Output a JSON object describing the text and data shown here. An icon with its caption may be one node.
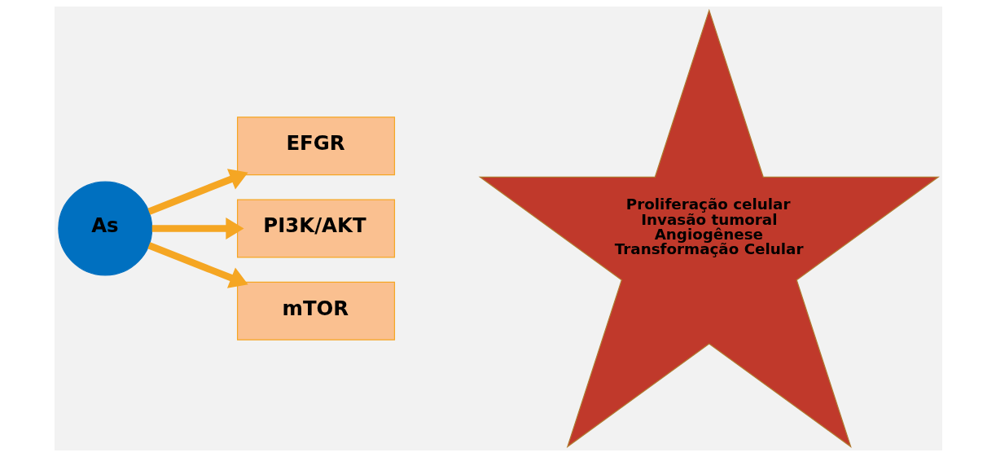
{
  "diagram": {
    "nodes": [
      {
        "text": [
          "As"
        ]
      },
      {
        "text": [
          "EFGR"
        ]
      },
      {
        "text": [
          "PI3K/AKT"
        ]
      },
      {
        "text": [
          "mTOR"
        ]
      },
      {
        "text": [
          "Proliferação celular",
          "Invasão tumoral",
          "Angiogênese",
          "Transformação Celular"
        ]
      }
    ],
    "edges": [
      {
        "from": 0,
        "to": 1,
        "arrow": "to"
      },
      {
        "from": 0,
        "to": 2,
        "arrow": "to"
      },
      {
        "from": 0,
        "to": 3,
        "arrow": "to"
      }
    ]
  }
}
